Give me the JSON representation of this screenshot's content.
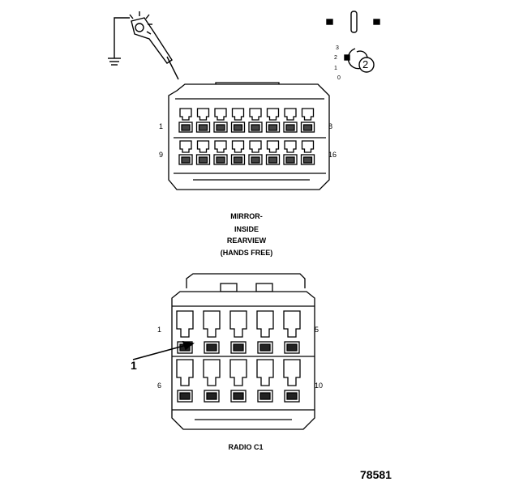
{
  "connector_top": {
    "title_lines": [
      "MIRROR-",
      "INSIDE",
      "REARVIEW",
      "(HANDS FREE)"
    ],
    "pin_labels": {
      "top_left": "1",
      "top_right": "8",
      "bottom_left": "9",
      "bottom_right": "16"
    }
  },
  "connector_bottom": {
    "title": "RADIO C1",
    "pin_labels": {
      "top_left": "1",
      "top_right": "5",
      "bottom_left": "6",
      "bottom_right": "10"
    }
  },
  "callout": "1",
  "lock_icon": {
    "scale": [
      "3",
      "2",
      "1",
      "0"
    ],
    "badge": "2"
  },
  "figure_number": "78581"
}
